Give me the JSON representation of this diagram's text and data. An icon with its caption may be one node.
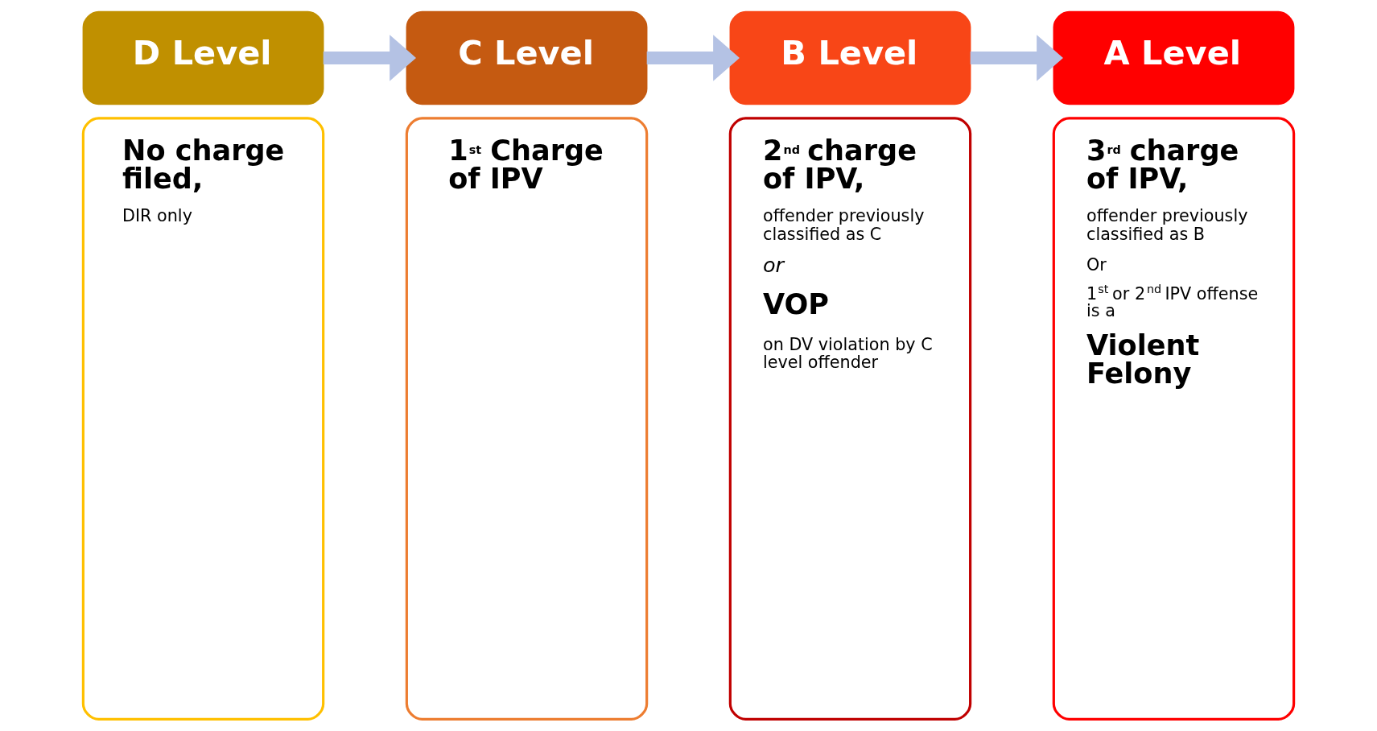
{
  "diagram": {
    "nodes": [
      {
        "text": [
          "D Level"
        ]
      },
      {
        "text": [
          "No charge filed,",
          "DIR only"
        ]
      },
      {
        "text": [
          "C Level"
        ]
      },
      {
        "text": [
          "1$^{st}$ Charge of IPV"
        ]
      },
      {
        "text": [
          "B Level"
        ]
      },
      {
        "text": [
          "2$^{nd}$ charge of IPV,",
          "offender previously classified as C",
          "or",
          "VOP",
          "on DV violation by C level offender"
        ]
      },
      {
        "text": [
          "A Level"
        ]
      },
      {
        "text": [
          "3$^{rd}$ charge of IPV,",
          "offender previously classified as B",
          "Or",
          "1$^{st}$ or 2$^{nd}$ IPV offense is a",
          "Violent Felony"
        ]
      }
    ],
    "edges": [
      {
        "from": 0,
        "to": 2,
        "arrow": "to"
      },
      {
        "from": 2,
        "to": 4,
        "arrow": "to"
      },
      {
        "from": 4,
        "to": 6,
        "arrow": "to"
      }
    ]
  }
}
